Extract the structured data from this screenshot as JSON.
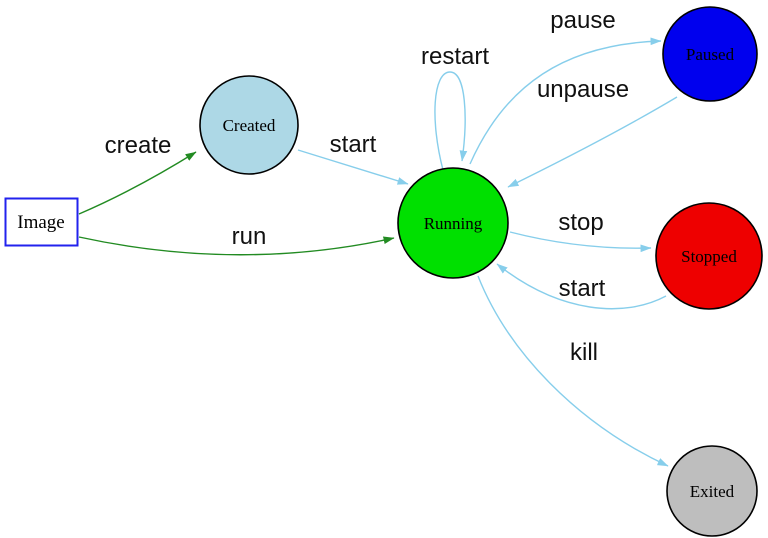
{
  "diagram": {
    "type": "state-diagram",
    "background": "#ffffff",
    "nodes": {
      "image": {
        "label": "Image",
        "shape": "rectangle",
        "fill": "#ffffff",
        "border": "#2222ee"
      },
      "created": {
        "label": "Created",
        "shape": "circle",
        "fill": "#add8e6",
        "border": "#000000"
      },
      "running": {
        "label": "Running",
        "shape": "circle",
        "fill": "#00e000",
        "border": "#000000"
      },
      "paused": {
        "label": "Paused",
        "shape": "circle",
        "fill": "#0000ee",
        "border": "#000000"
      },
      "stopped": {
        "label": "Stopped",
        "shape": "circle",
        "fill": "#ee0000",
        "border": "#000000"
      },
      "exited": {
        "label": "Exited",
        "shape": "circle",
        "fill": "#bebebe",
        "border": "#000000"
      }
    },
    "edges": {
      "create": {
        "label": "create",
        "from": "image",
        "to": "created",
        "color": "#228b22"
      },
      "run": {
        "label": "run",
        "from": "image",
        "to": "running",
        "color": "#228b22"
      },
      "start_created": {
        "label": "start",
        "from": "created",
        "to": "running",
        "color": "#87ceeb"
      },
      "restart": {
        "label": "restart",
        "from": "running",
        "to": "running",
        "color": "#87ceeb"
      },
      "pause": {
        "label": "pause",
        "from": "running",
        "to": "paused",
        "color": "#87ceeb"
      },
      "unpause": {
        "label": "unpause",
        "from": "paused",
        "to": "running",
        "color": "#87ceeb"
      },
      "stop": {
        "label": "stop",
        "from": "running",
        "to": "stopped",
        "color": "#87ceeb"
      },
      "start_stopped": {
        "label": "start",
        "from": "stopped",
        "to": "running",
        "color": "#87ceeb"
      },
      "kill": {
        "label": "kill",
        "from": "running",
        "to": "exited",
        "color": "#87ceeb"
      }
    }
  }
}
